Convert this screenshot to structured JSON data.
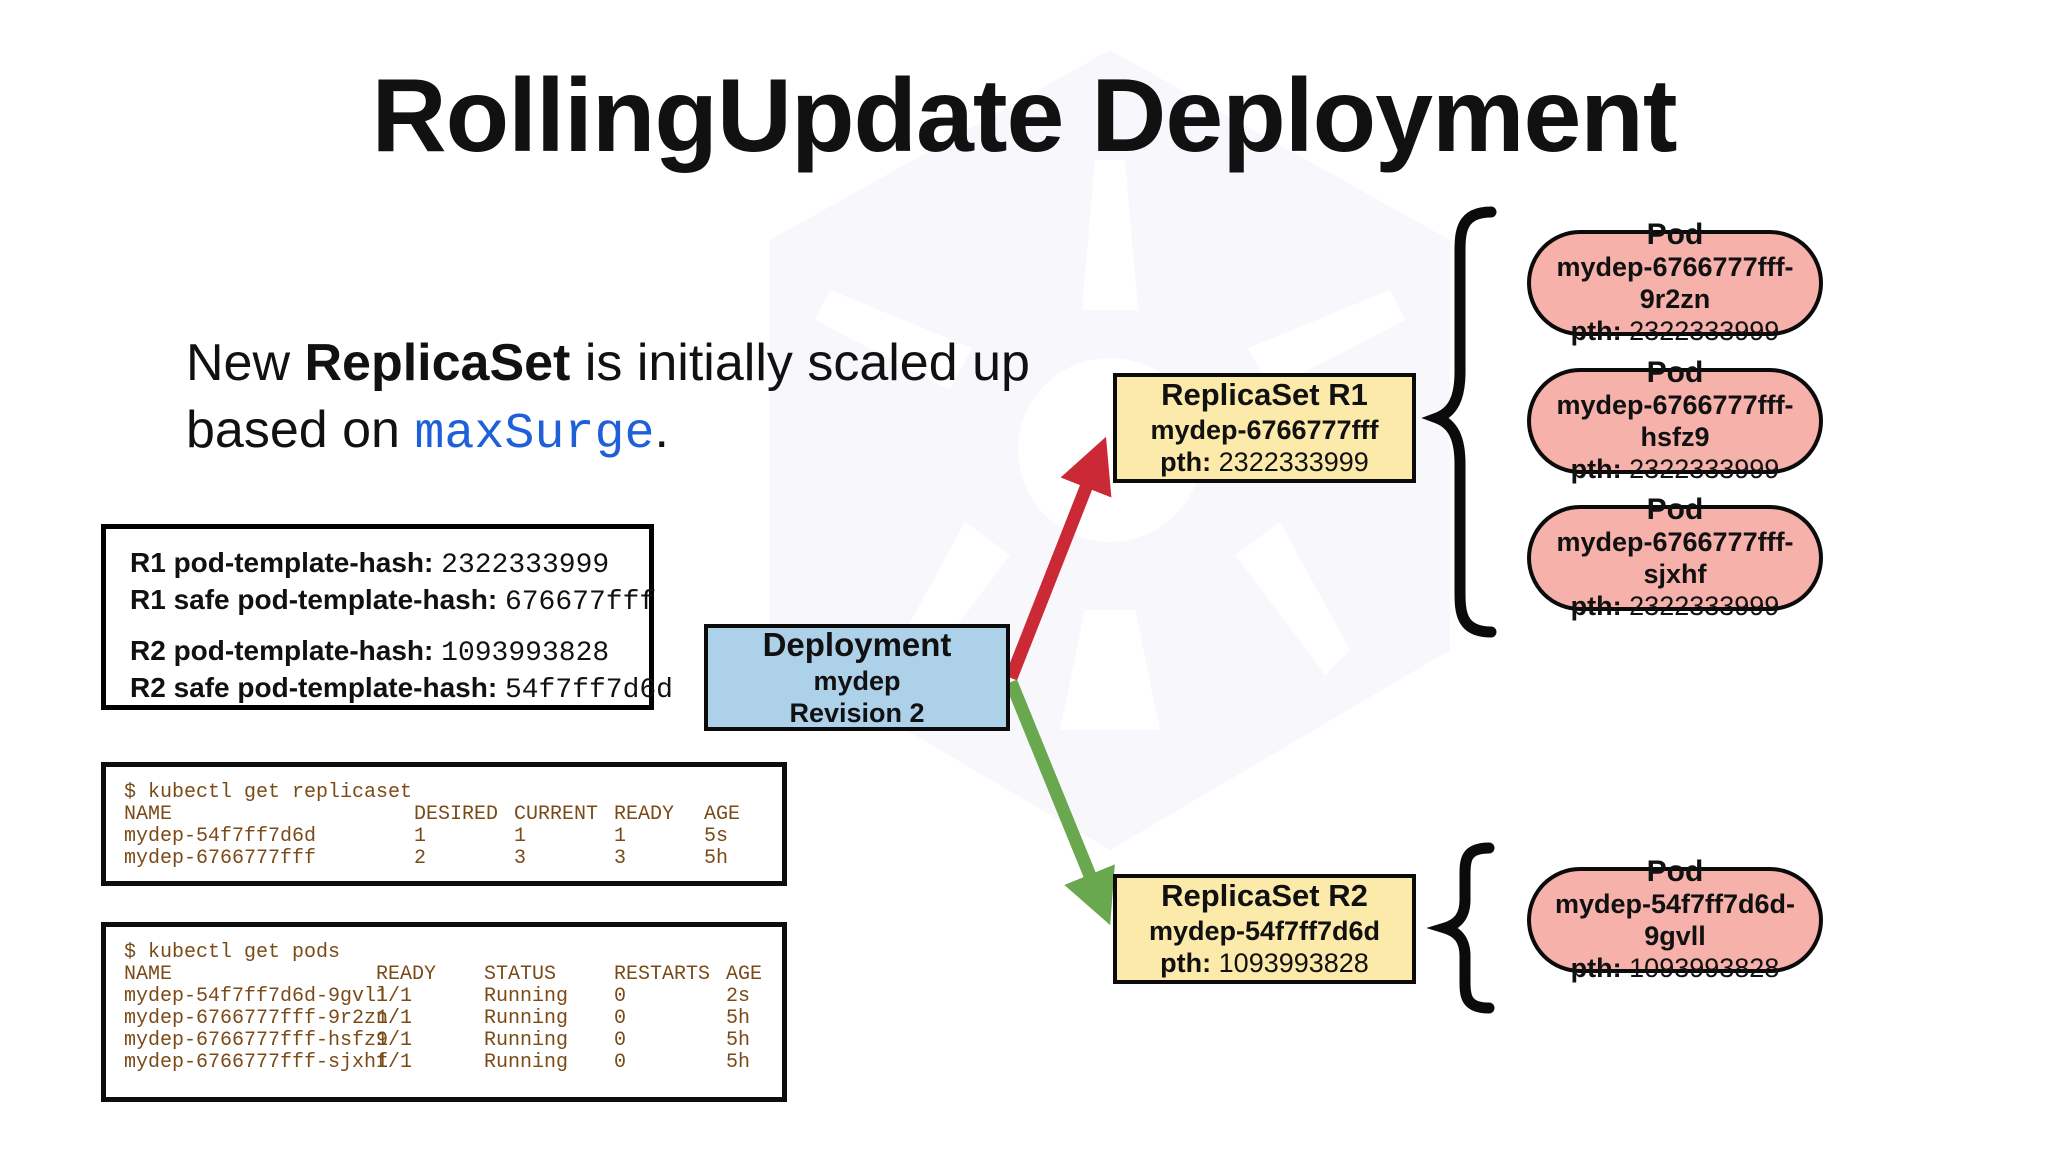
{
  "slide": {
    "title": "RollingUpdate Deployment",
    "lede": {
      "part1": "New ",
      "bold": "ReplicaSet",
      "part2": " is initially scaled up based on ",
      "code": "maxSurge",
      "part3": "."
    }
  },
  "hash_box": {
    "lines": [
      {
        "label": "R1 pod-template-hash:",
        "value": "2322333999"
      },
      {
        "label": "R1 safe pod-template-hash:",
        "value": "676677fff"
      },
      {
        "label": "R2 pod-template-hash:",
        "value": "1093993828"
      },
      {
        "label": "R2 safe pod-template-hash:",
        "value": "54f7ff7d6d"
      }
    ]
  },
  "terminal_replicaset": {
    "prompt": "$ kubectl get replicaset",
    "headers": [
      "NAME",
      "DESIRED",
      "CURRENT",
      "READY",
      "AGE"
    ],
    "rows": [
      [
        "mydep-54f7ff7d6d",
        "1",
        "1",
        "1",
        "5s"
      ],
      [
        "mydep-6766777fff",
        "2",
        "3",
        "3",
        "5h"
      ]
    ]
  },
  "terminal_pods": {
    "prompt": "$ kubectl get pods",
    "headers": [
      "NAME",
      "READY",
      "STATUS",
      "RESTARTS",
      "AGE"
    ],
    "rows": [
      [
        "mydep-54f7ff7d6d-9gvll",
        "1/1",
        "Running",
        "0",
        "2s"
      ],
      [
        "mydep-6766777fff-9r2zn",
        "1/1",
        "Running",
        "0",
        "5h"
      ],
      [
        "mydep-6766777fff-hsfz9",
        "1/1",
        "Running",
        "0",
        "5h"
      ],
      [
        "mydep-6766777fff-sjxhf",
        "1/1",
        "Running",
        "0",
        "5h"
      ]
    ]
  },
  "diagram": {
    "deployment": {
      "title": "Deployment",
      "name": "mydep",
      "revision": "Revision 2"
    },
    "replicasets": [
      {
        "title": "ReplicaSet R1",
        "name": "mydep-6766777fff",
        "pth_label": "pth:",
        "pth_value": "2322333999"
      },
      {
        "title": "ReplicaSet R2",
        "name": "mydep-54f7ff7d6d",
        "pth_label": "pth:",
        "pth_value": "1093993828"
      }
    ],
    "pods": [
      {
        "title": "Pod",
        "name": "mydep-6766777fff-9r2zn",
        "pth_label": "pth:",
        "pth_value": "2322333999"
      },
      {
        "title": "Pod",
        "name": "mydep-6766777fff-hsfz9",
        "pth_label": "pth:",
        "pth_value": "2322333999"
      },
      {
        "title": "Pod",
        "name": "mydep-6766777fff-sjxhf",
        "pth_label": "pth:",
        "pth_value": "2322333999"
      },
      {
        "title": "Pod",
        "name": "mydep-54f7ff7d6d-9gvll",
        "pth_label": "pth:",
        "pth_value": "1093993828"
      }
    ]
  },
  "colors": {
    "arrow_up": "#cc2936",
    "arrow_down": "#6aa84f",
    "deployment_fill": "#aed1ea",
    "replicaset_fill": "#fbeaa9",
    "pod_fill": "#f6b1ab",
    "terminal_text": "#7a4a17",
    "code_accent": "#1f60d8",
    "stroke": "#0b0b0b"
  }
}
